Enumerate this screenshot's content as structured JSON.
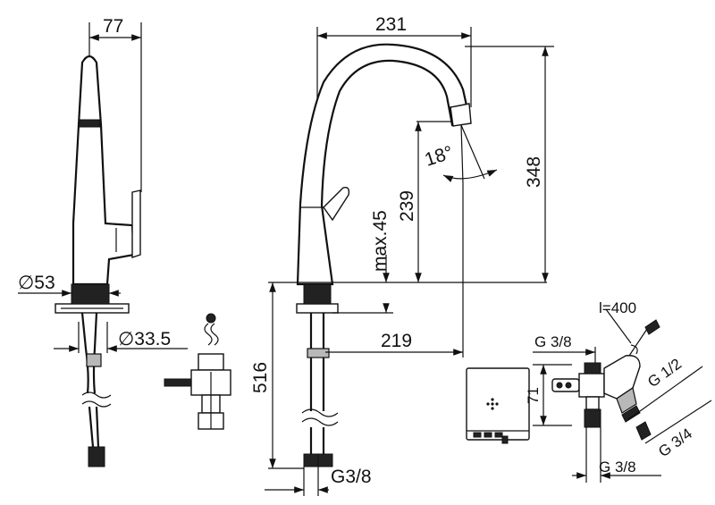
{
  "diagram": {
    "dimensions": {
      "handle_depth": "77",
      "spout_reach": "231",
      "overall_height": "348",
      "swivel_angle": "18°",
      "outlet_height": "239",
      "max_deck_thickness": "max.45",
      "mounting_reach": "219",
      "hose_length": "516",
      "thread_bottom": "G3/8",
      "base_diameter": "∅53",
      "hole_diameter": "∅33.5",
      "cable_length": "l=400",
      "valve_inlet_thread": "G 3/8",
      "valve_height": "71",
      "valve_outlet_thread": "G 3/8",
      "fitting_half": "G 1/2",
      "fitting_three_quarter": "G 3/4"
    }
  }
}
